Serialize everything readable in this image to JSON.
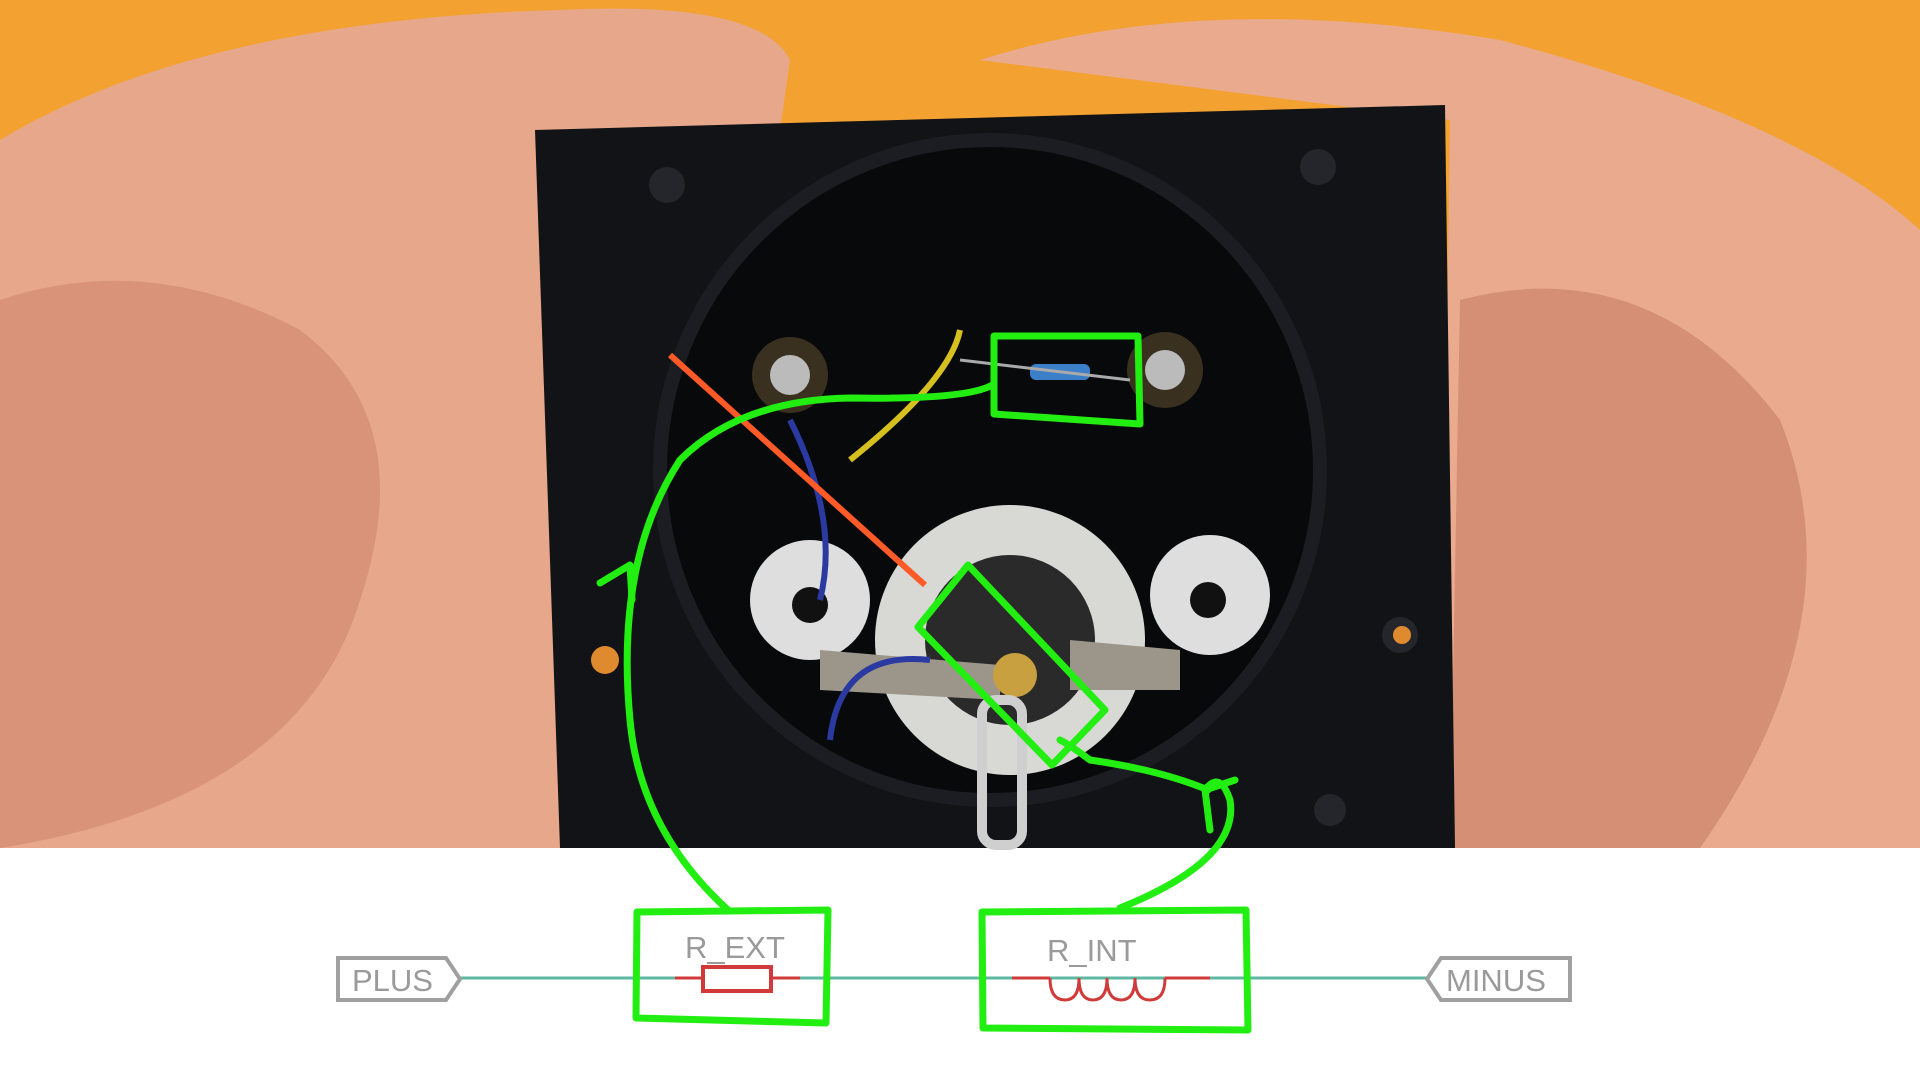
{
  "schematic": {
    "plus_label": "PLUS",
    "minus_label": "MINUS",
    "r_ext_label": "R_EXT",
    "r_int_label": "R_INT"
  },
  "colors": {
    "background_orange": "#f3a232",
    "annotation_green": "#22ee11",
    "wire_teal": "#5fb8a0",
    "component_red": "#d03a3a",
    "port_gray": "#a0a0a0"
  }
}
